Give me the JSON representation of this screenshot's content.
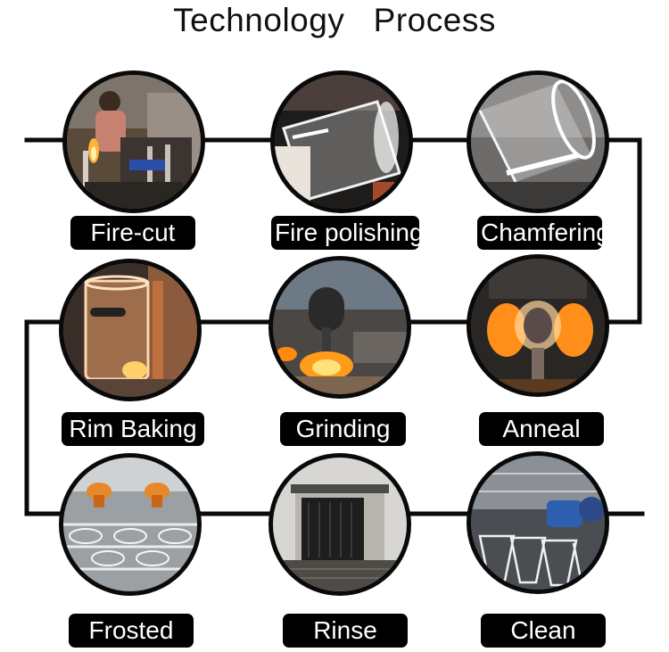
{
  "title": "Technology   Process",
  "colors": {
    "frame": "#0a0a0a",
    "label_bg": "#000000",
    "label_text": "#ffffff",
    "flame": "#f29a1f"
  },
  "steps": [
    {
      "label": "Fire-cut",
      "photo": "factory-worker-flame"
    },
    {
      "label": "Fire polishing",
      "photo": "glass-in-flame"
    },
    {
      "label": "Chamfering",
      "photo": "glass-tilted"
    },
    {
      "label": "Rim Baking",
      "photo": "glass-on-burner"
    },
    {
      "label": "Grinding",
      "photo": "grinding-machine-flame"
    },
    {
      "label": "Anneal",
      "photo": "glass-orange-flame"
    },
    {
      "label": "Frosted",
      "photo": "conveyor-nozzles"
    },
    {
      "label": "Rinse",
      "photo": "rinse-tunnel"
    },
    {
      "label": "Clean",
      "photo": "worker-glass-racks"
    }
  ]
}
